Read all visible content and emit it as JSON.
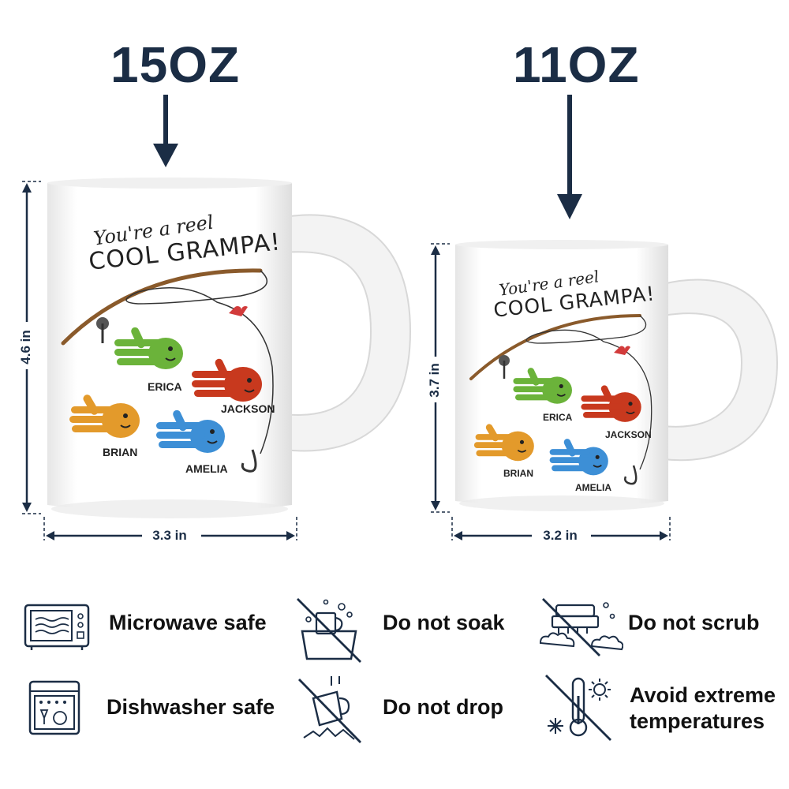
{
  "large_mug": {
    "size_label": "15OZ",
    "height": "4.6 in",
    "width": "3.3 in"
  },
  "small_mug": {
    "size_label": "11OZ",
    "height": "3.7 in",
    "width": "3.2 in"
  },
  "mug_design": {
    "line1": "You're a reel",
    "line2": "COOL GRAMPA!",
    "names": [
      "ERICA",
      "JACKSON",
      "BRIAN",
      "AMELIA"
    ]
  },
  "care": [
    {
      "icon": "microwave-icon",
      "label": "Microwave safe"
    },
    {
      "icon": "no-soak-icon",
      "label": "Do not soak"
    },
    {
      "icon": "no-scrub-icon",
      "label": "Do not scrub"
    },
    {
      "icon": "dishwasher-icon",
      "label": "Dishwasher safe"
    },
    {
      "icon": "no-drop-icon",
      "label": "Do not drop"
    },
    {
      "icon": "extreme-temperature-icon",
      "label": "Avoid extreme temperatures",
      "line1": "Avoid extreme",
      "line2": "temperatures"
    }
  ],
  "colors": {
    "navy": "#1b2d45",
    "green": "#6bb33a",
    "red": "#c8391e",
    "orange": "#e39a2b",
    "blue": "#3d8fd6"
  }
}
